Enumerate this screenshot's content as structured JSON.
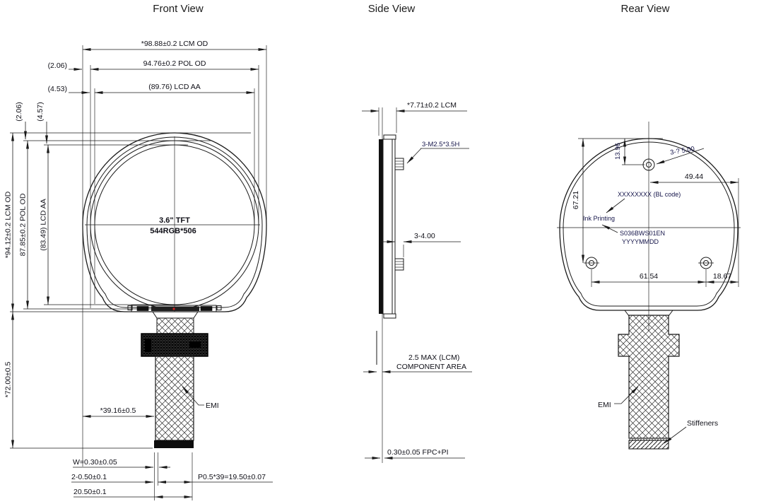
{
  "titles": {
    "front": "Front View",
    "side": "Side View",
    "rear": "Rear View"
  },
  "front": {
    "dim_lcm_od_h": "*98.88±0.2 LCM OD",
    "dim_pol_od_h": "94.76±0.2 POL OD",
    "dim_lcd_aa_h": "(89.76) LCD AA",
    "gap_pol_h": "(2.06)",
    "gap_aa_h": "(4.53)",
    "gap_pol_v": "(2.06)",
    "gap_aa_v": "(4.57)",
    "dim_lcm_od_v": "*94.12±0.2 LCM OD",
    "dim_pol_od_v": "87.85±0.2 POL OD",
    "dim_lcd_aa_v": "(83.49) LCD AA",
    "dim_fpc_length": "*72.00±0.5",
    "dim_fpc_offset": "*39.16±0.5",
    "dim_trace_width": "W=0.30±0.05",
    "dim_end_traces": "2-0.50±0.1",
    "dim_pitch": "P0.5*39=19.50±0.07",
    "dim_fpc_width": "20.50±0.1",
    "panel_line1": "3.6\"  TFT",
    "panel_line2": "544RGB*506",
    "emi_label": "EMI"
  },
  "side": {
    "dim_thickness": "*7.71±0.2 LCM",
    "screw_label": "3-M2.5*3.5H",
    "dim_boss": "3-4.00",
    "component_line1": "2.5 MAX (LCM)",
    "component_line2": "COMPONENT  AREA",
    "dim_fpc": "0.30±0.05 FPC+PI"
  },
  "rear": {
    "dim_hole_top": "13.96",
    "hole_label": "3-? 5.00",
    "dim_center_to_edge": "49.44",
    "dim_top_to_holes": "67.21",
    "dim_hole_span": "61.54",
    "dim_hole_to_edge": "18.67",
    "bl_code": "XXXXXXXX (BL code)",
    "ink_printing": "Ink Printing",
    "model_code": "S036BWS01EN",
    "date_code": "YYYYMMDD",
    "emi_label": "EMI",
    "stiffeners_label": "Stiffeners"
  },
  "colors": {
    "line": "#1a1a1a",
    "text": "#101018",
    "annotation": "#15154a",
    "center_mark_red": "#cc2020",
    "background": "#ffffff"
  }
}
